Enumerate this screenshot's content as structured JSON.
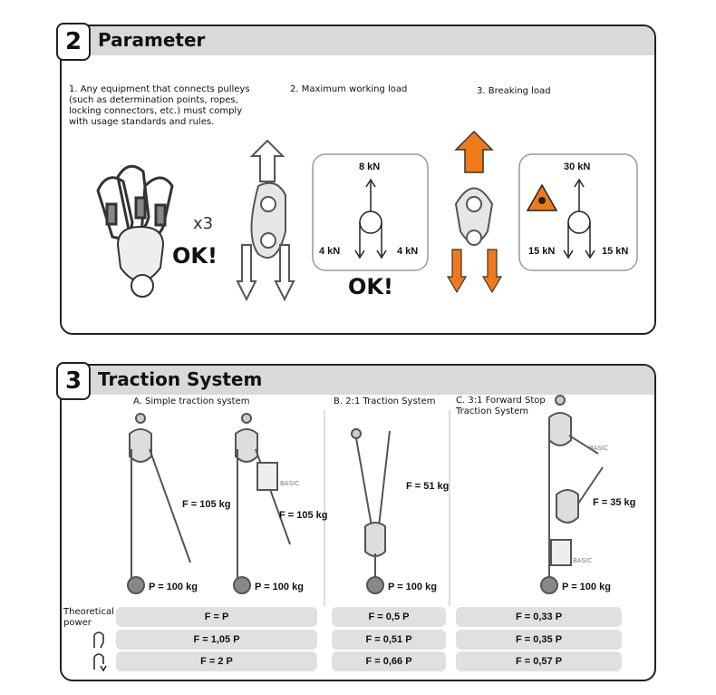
{
  "section2": {
    "number": "2",
    "title": "Parameter",
    "item1": "1. Any equipment that connects pulleys (such as determination points, ropes, locking connectors, etc.) must comply with usage standards and rules.",
    "item2": "2. Maximum working load",
    "item3": "3. Breaking load",
    "x3": "x3",
    "ok1": "OK!",
    "ok2": "OK!",
    "mwl_top": "8 kN",
    "mwl_left": "4 kN",
    "mwl_right": "4 kN",
    "bl_top": "30 kN",
    "bl_left": "15 kN",
    "bl_right": "15 kN"
  },
  "section3": {
    "number": "3",
    "title": "Traction System",
    "colA": "A. Simple traction system",
    "colB": "B. 2:1 Traction System",
    "colC": "C. 3:1 Forward Stop Traction System",
    "forceA1": "F = 105 kg",
    "forceA2": "F = 105 kg",
    "forceB": "F = 51 kg",
    "forceC": "F = 35 kg",
    "load": "P = 100 kg",
    "basic": "BASIC",
    "theoretical": "Theoretical power",
    "rows": [
      [
        "F = P",
        "F = 0,5 P",
        "F = 0,33 P"
      ],
      [
        "F = 1,05 P",
        "F = 0,51 P",
        "F = 0,35 P"
      ],
      [
        "F = 2 P",
        "F = 0,66 P",
        "F = 0,57 P"
      ]
    ]
  },
  "colors": {
    "accent_orange": "#f07a1a",
    "header_gray": "#d9d9d9",
    "band_gray": "#e0e0e0"
  }
}
